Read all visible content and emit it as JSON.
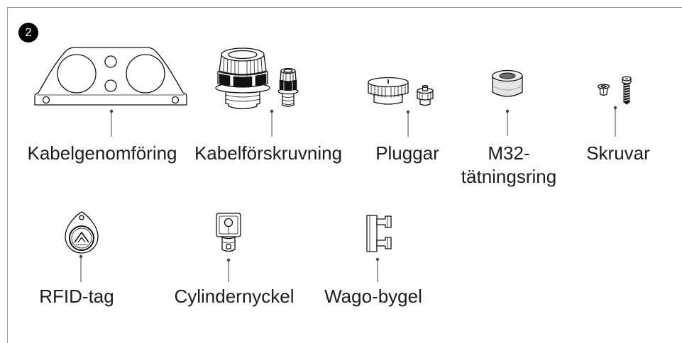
{
  "colors": {
    "badge_bg": "#000000",
    "badge_text": "#ffffff",
    "text": "#1c1c1c",
    "line_art": "#111111",
    "frame": "#9a9a9a"
  },
  "step": {
    "number": "2"
  },
  "parts": [
    {
      "icon": "cable-entry-plate-icon",
      "label": "Kabelgenomföring"
    },
    {
      "icon": "cable-gland-icon",
      "label": "Kabelförskruvning"
    },
    {
      "icon": "plug-icon",
      "label": "Pluggar"
    },
    {
      "icon": "sealing-ring-icon",
      "label_lines": [
        "M32-",
        "tätningsring"
      ]
    },
    {
      "icon": "screw-icon",
      "label": "Skruvar"
    },
    {
      "icon": "rfid-tag-icon",
      "label": "RFID-tag"
    },
    {
      "icon": "cylinder-key-icon",
      "label": "Cylindernyckel"
    },
    {
      "icon": "wago-jumper-icon",
      "label": "Wago-bygel"
    }
  ]
}
